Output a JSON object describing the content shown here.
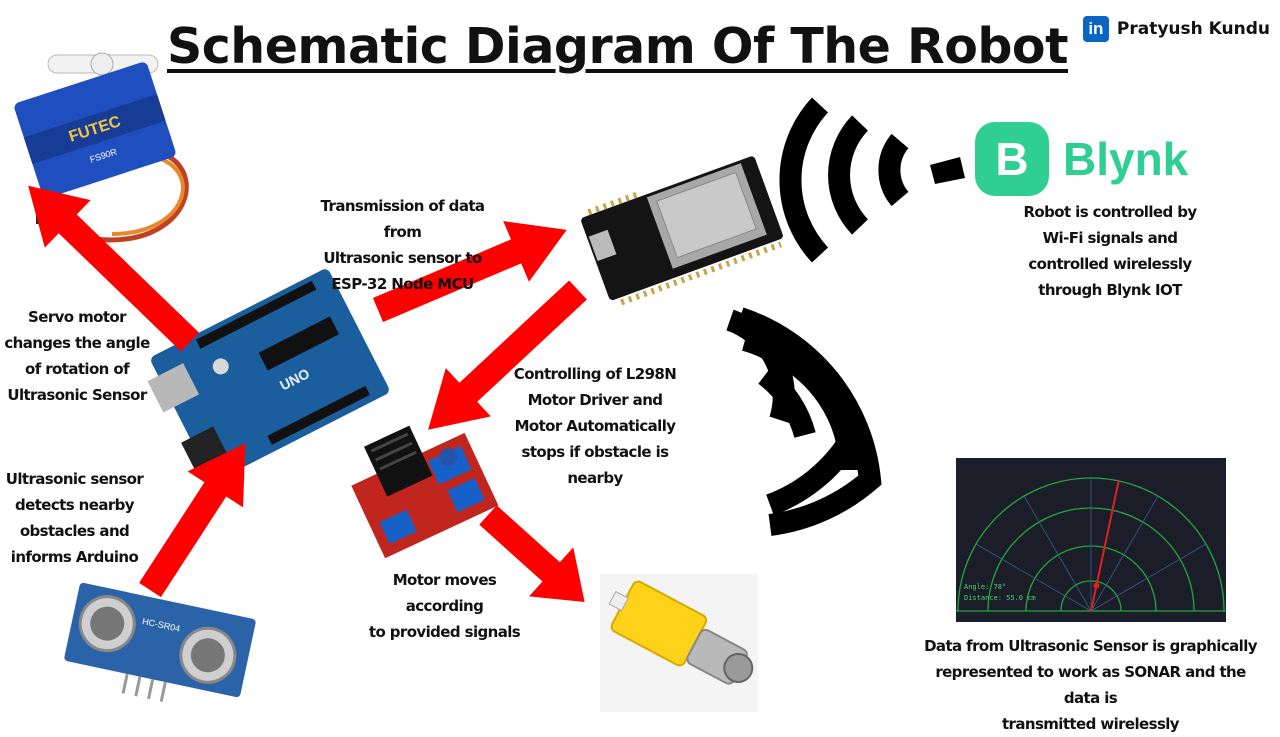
{
  "title": "Schematic Diagram Of The Robot",
  "author": {
    "network_icon_text": "in",
    "name": "Pratyush Kundu"
  },
  "blynk": {
    "badge_letter": "B",
    "wordmark": "Blynk"
  },
  "labels": {
    "servo": [
      "Servo motor",
      "changes the angle",
      "of rotation of",
      "Ultrasonic Sensor"
    ],
    "ultrasonic": [
      "Ultrasonic sensor",
      "detects nearby",
      "obstacles and",
      "informs Arduino"
    ],
    "transmission": [
      "Transmission of data from",
      "Ultrasonic sensor to",
      "ESP-32 Node MCU"
    ],
    "l298n": [
      "Controlling of L298N",
      "Motor Driver and",
      "Motor Automatically",
      "stops if obstacle is",
      "nearby"
    ],
    "motor": [
      "Motor moves according",
      "to provided signals"
    ],
    "blynk_control": [
      "Robot is controlled by",
      "Wi-Fi signals and",
      "controlled wirelessly",
      "through Blynk IOT"
    ],
    "sonar_caption": [
      "Data from Ultrasonic Sensor is graphically",
      "represented to work as SONAR and the data is",
      "transmitted wirelessly"
    ]
  },
  "components": {
    "servo_brand": "FUTEC",
    "servo_model": "FS90R",
    "hc_sr04": "HC-SR04",
    "arduino_brand": "UNO"
  },
  "sonar": {
    "angle": "Angle: 78°",
    "distance": "Distance: 55.0 cm",
    "angle_deg": 78
  },
  "colors": {
    "arrow": "#ff0000",
    "blynk": "#2fcf94",
    "linkedin": "#0a66c2",
    "sonar_bg": "#1b1d29",
    "sonar_green": "#22a83a"
  }
}
